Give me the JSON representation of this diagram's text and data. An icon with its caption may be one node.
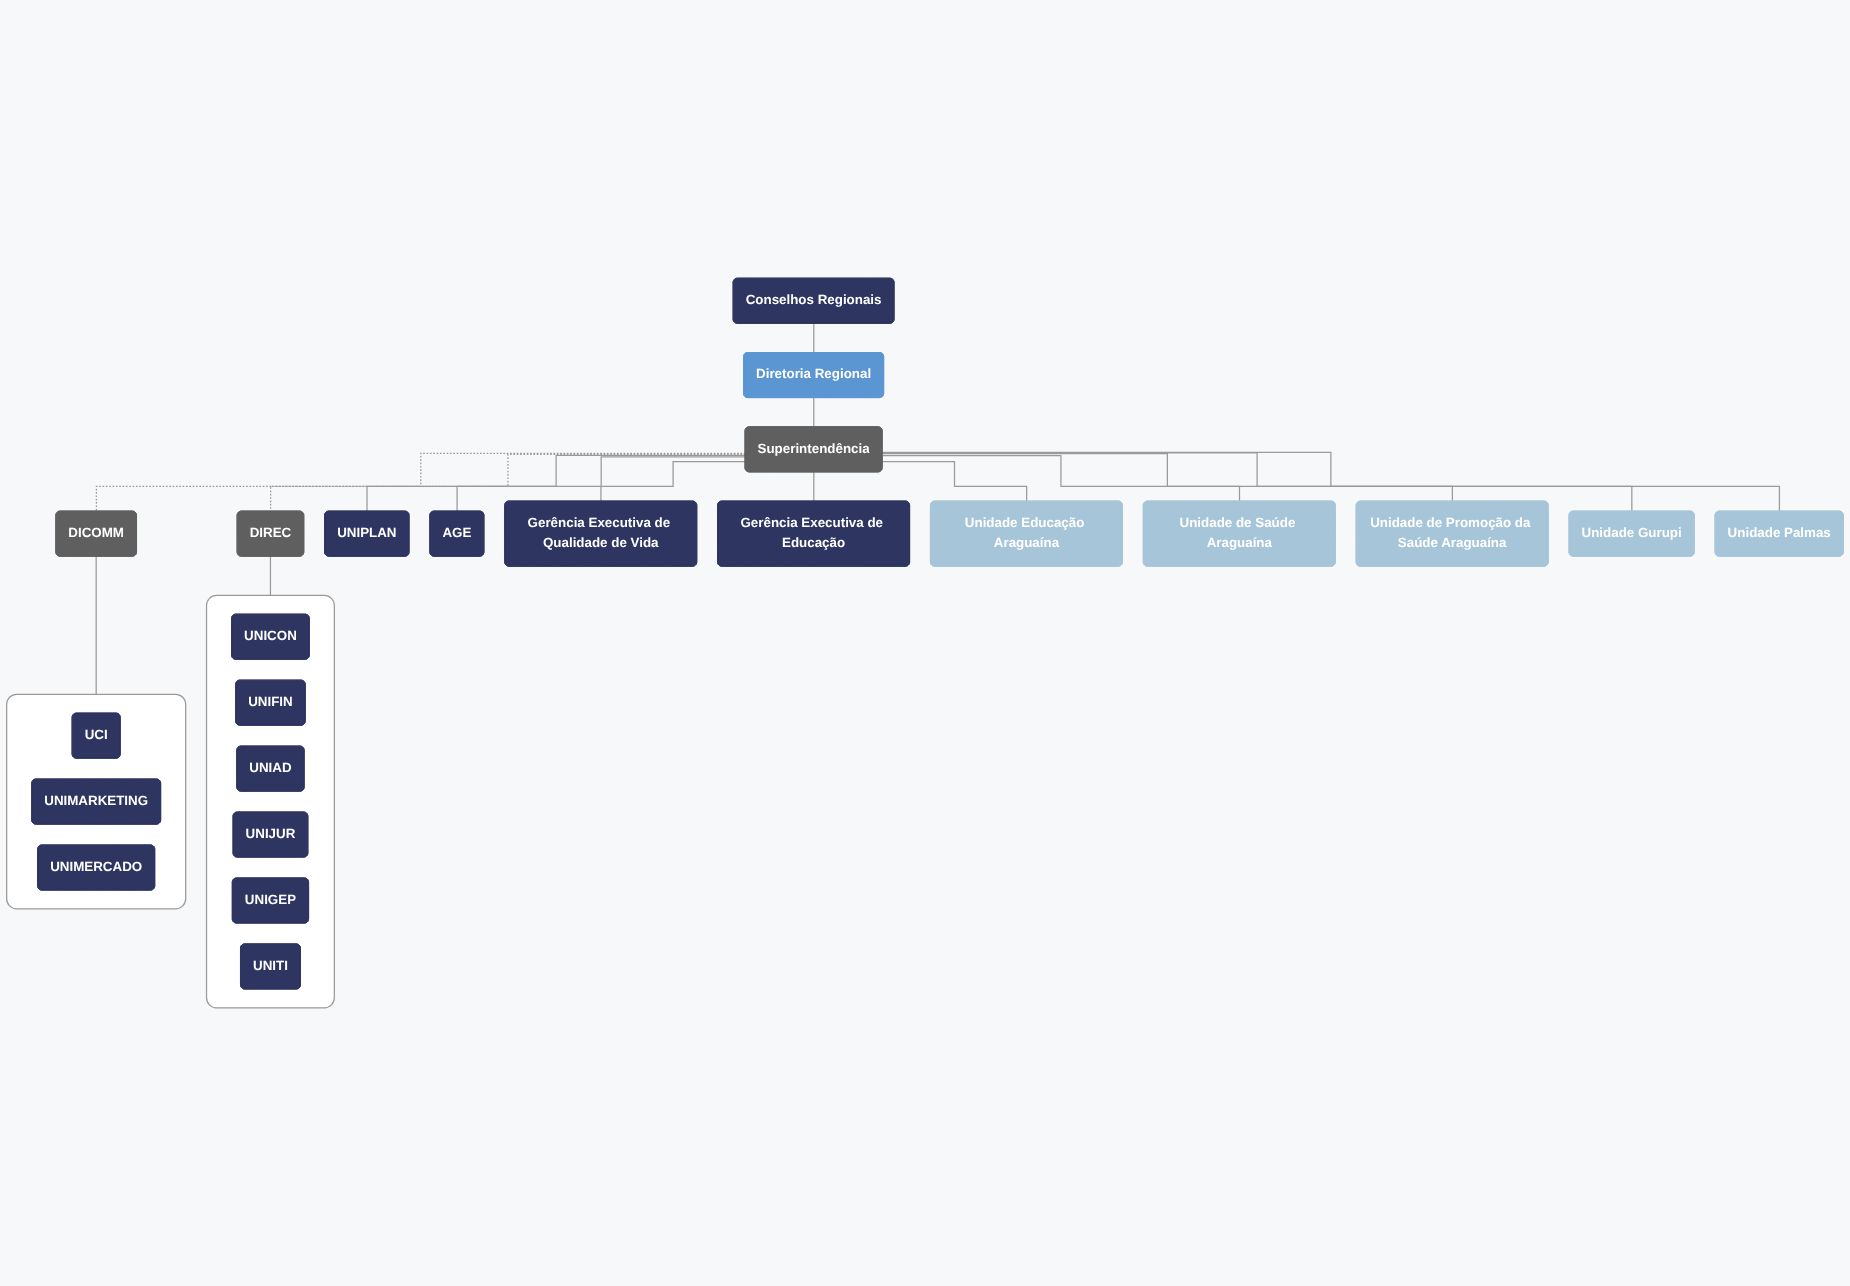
{
  "diagram": {
    "nodes": [
      {
        "text": [
          "Conselhos Regionais"
        ]
      },
      {
        "text": [
          "Diretoria Regional"
        ]
      },
      {
        "text": [
          "DICOMM"
        ]
      },
      {
        "text": [
          "Superintendência"
        ]
      },
      {
        "text": [
          "DIREC"
        ]
      },
      {
        "text": [],
        "shape": "box"
      },
      {
        "text": [
          "UCI"
        ],
        "in": 5
      },
      {
        "text": [
          "UNIMARKETING"
        ],
        "in": 5
      },
      {
        "text": [
          "UNIMERCADO"
        ],
        "in": 5
      },
      {
        "text": [],
        "shape": "box"
      },
      {
        "text": [
          "UNICON"
        ],
        "in": 9
      },
      {
        "text": [
          "UNIFIN"
        ],
        "in": 9
      },
      {
        "text": [
          "UNIAD"
        ],
        "in": 9
      },
      {
        "text": [
          "UNIJUR"
        ],
        "in": 9
      },
      {
        "text": [
          "UNIGEP"
        ],
        "in": 9
      },
      {
        "text": [
          "UNITI"
        ],
        "in": 9
      },
      {
        "text": [
          "UNIPLAN"
        ]
      },
      {
        "text": [
          "AGE"
        ]
      },
      {
        "text": [
          "Gerência Executiva de Qualidade de Vida"
        ]
      },
      {
        "text": [
          "Gerência Executiva de Educação"
        ]
      },
      {
        "text": [
          "Unidade Educação Araguaína"
        ]
      },
      {
        "text": [
          "Unidade de Saúde Araguaína"
        ]
      },
      {
        "text": [
          "Unidade de Promoção da Saúde Araguaína"
        ]
      },
      {
        "text": [
          "Unidade Gurupi"
        ]
      },
      {
        "text": [
          "Unidade Palmas"
        ]
      }
    ],
    "edges": [
      {
        "from": 0,
        "to": 1,
        "arrow": "none"
      },
      {
        "from": 1,
        "to": 3,
        "arrow": "none"
      },
      {
        "from": 3,
        "to": 2,
        "arrow": "none",
        "style": "dashed"
      },
      {
        "from": 3,
        "to": 4,
        "arrow": "none",
        "style": "dashed"
      },
      {
        "from": 2,
        "to": 5,
        "arrow": "none"
      },
      {
        "from": 4,
        "to": 9,
        "arrow": "none"
      },
      {
        "from": 3,
        "to": 16,
        "arrow": "none"
      },
      {
        "from": 3,
        "to": 17,
        "arrow": "none"
      },
      {
        "from": 3,
        "to": 18,
        "arrow": "none"
      },
      {
        "from": 3,
        "to": 19,
        "arrow": "none"
      },
      {
        "from": 3,
        "to": 20,
        "arrow": "none"
      },
      {
        "from": 3,
        "to": 21,
        "arrow": "none"
      },
      {
        "from": 3,
        "to": 22,
        "arrow": "none"
      },
      {
        "from": 3,
        "to": 23,
        "arrow": "none"
      },
      {
        "from": 3,
        "to": 24,
        "arrow": "none"
      }
    ]
  }
}
